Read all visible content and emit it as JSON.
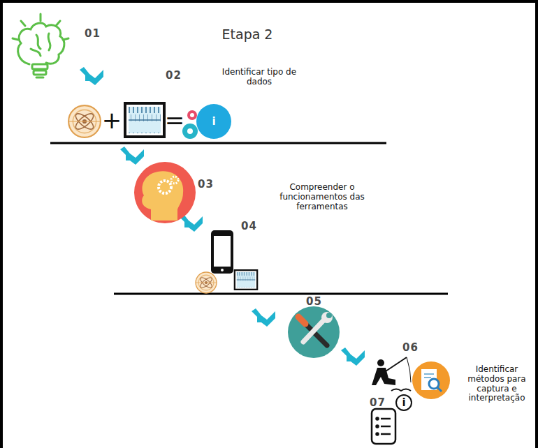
{
  "diagram": {
    "title": "Etapa 2",
    "labels": [
      "01",
      "02",
      "Identificar tipo de dados",
      "+",
      "=",
      "i",
      "03",
      "Compreender o funcionamentos das ferramentas",
      "04",
      "05",
      "06",
      "Identificar métodos para captura e interpretação",
      "07",
      "i"
    ]
  }
}
